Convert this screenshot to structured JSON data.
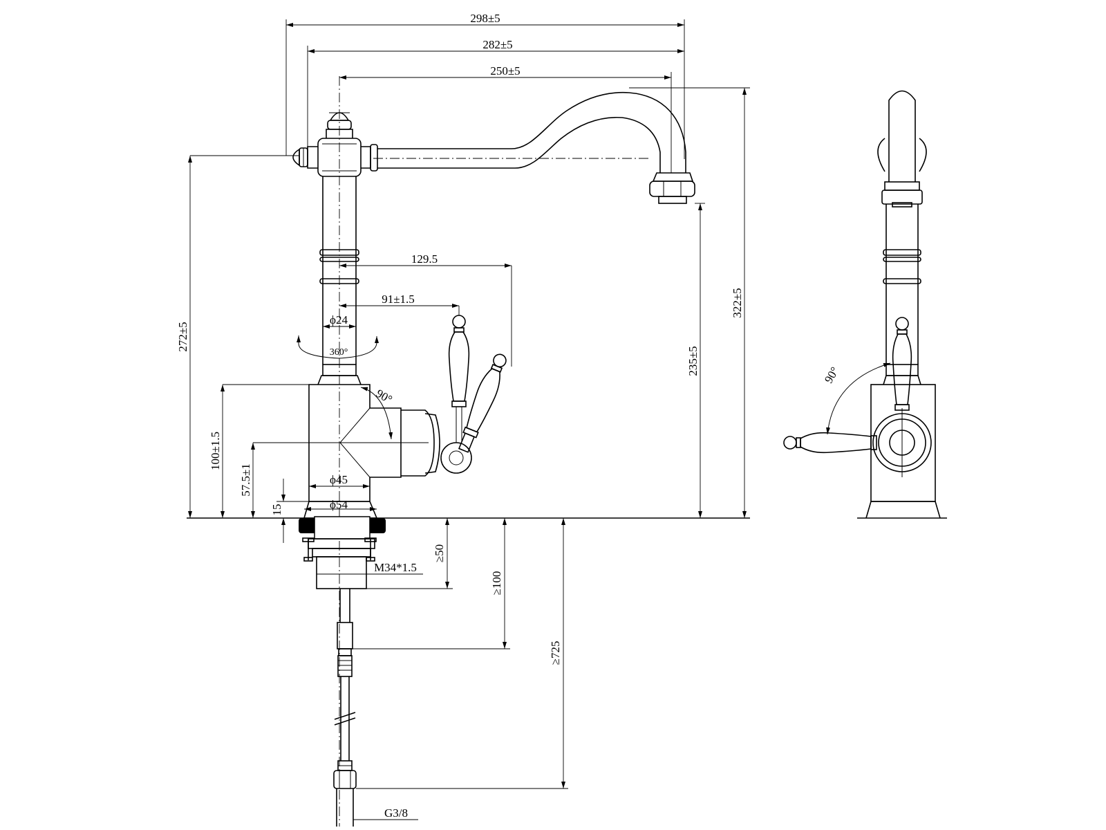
{
  "dimensions": {
    "overall_width_outer": "298±5",
    "overall_width_mid": "282±5",
    "spout_reach": "250±5",
    "handle_reach_max": "129.5",
    "handle_reach": "91±1.5",
    "column_diameter": "ϕ24",
    "swivel_angle": "360°",
    "handle_angle": "90°",
    "height_to_spout_arm": "272±5",
    "height_to_outlet": "235±5",
    "overall_height": "322±5",
    "body_height": "100±1.5",
    "handle_axis_height": "57.5±1",
    "base_ring_height": "15",
    "body_diameter": "ϕ45",
    "base_diameter": "ϕ54",
    "shank_thread": "M34*1.5",
    "min_clearance_50": "≥50",
    "min_clearance_100": "≥100",
    "min_hose_length": "≥725",
    "hose_connection": "G3/8",
    "side_view_handle_angle": "90°"
  }
}
